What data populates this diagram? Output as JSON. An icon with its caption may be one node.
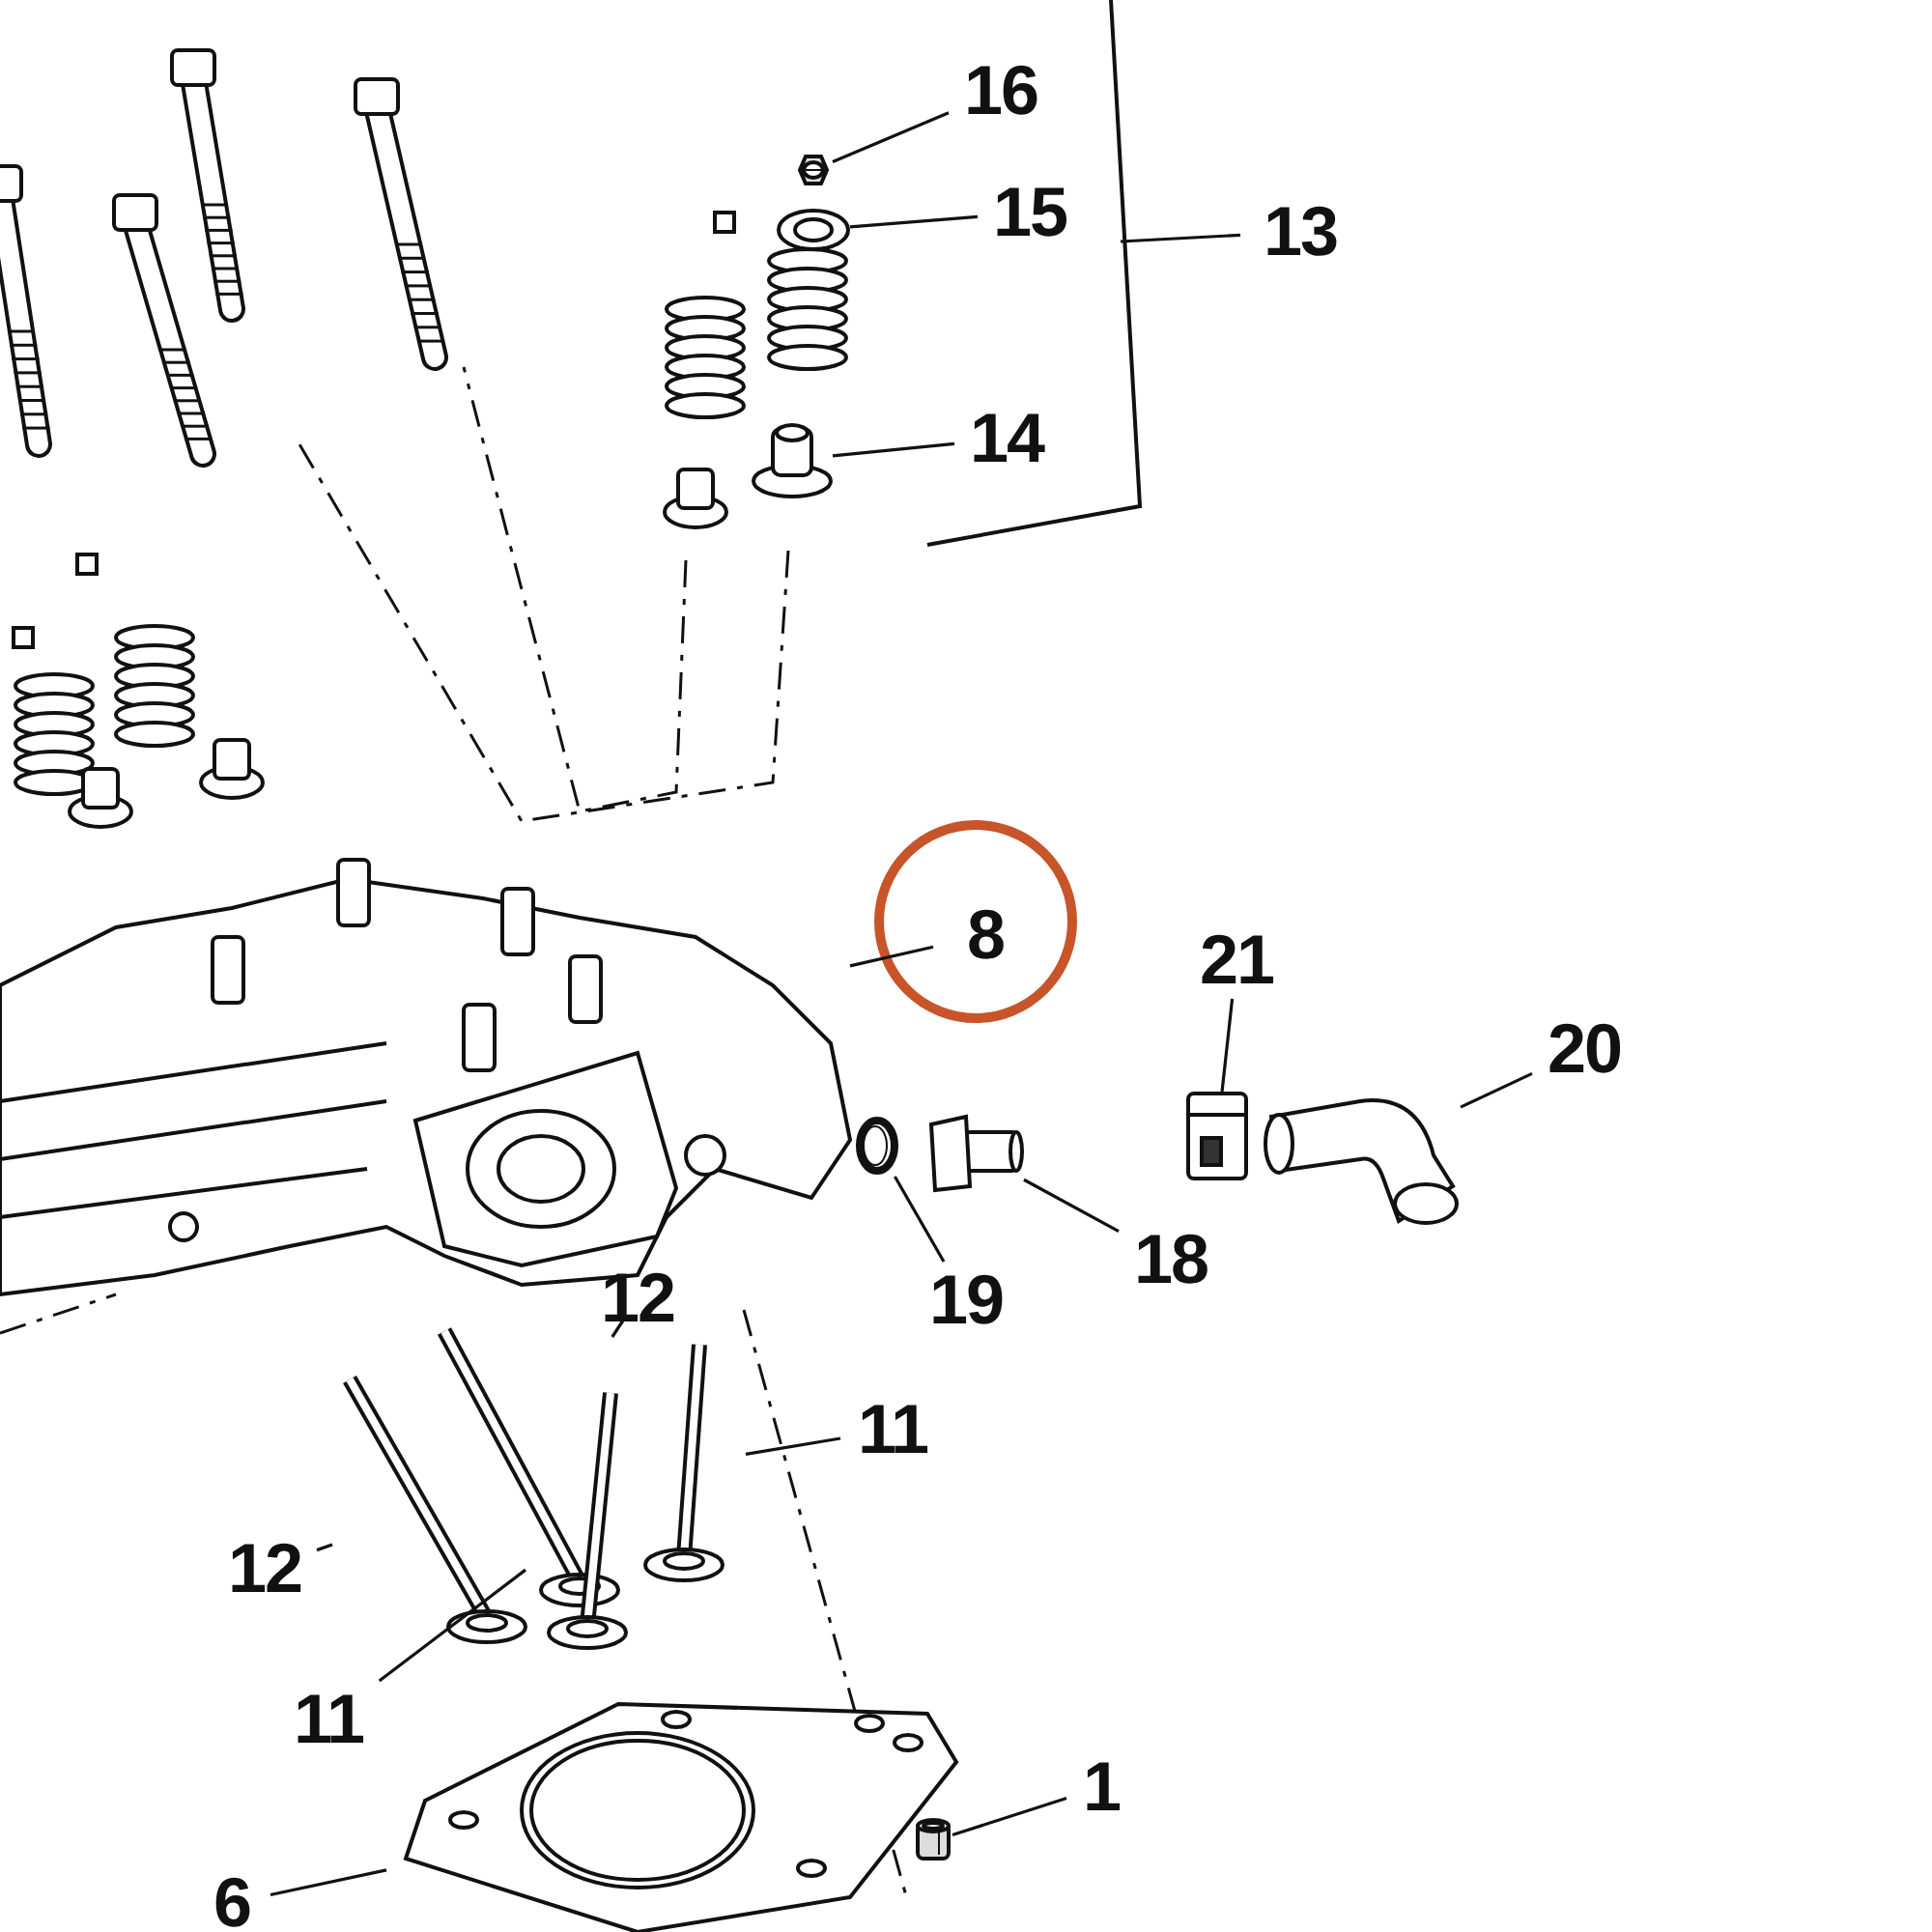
{
  "diagram": {
    "nodes": [
      {
        "text": [
          "16"
        ]
      },
      {
        "text": [],
        "shape": "picture"
      },
      {
        "text": [
          "15"
        ]
      },
      {
        "text": [],
        "shape": "picture"
      },
      {
        "text": [
          "13"
        ]
      },
      {
        "text": [
          "14"
        ]
      },
      {
        "text": [],
        "shape": "picture"
      },
      {
        "text": [
          "8"
        ]
      },
      {
        "text": [],
        "shape": "picture"
      },
      {
        "text": [
          "21"
        ]
      },
      {
        "text": [],
        "shape": "picture"
      },
      {
        "text": [
          "20"
        ]
      },
      {
        "text": [],
        "shape": "picture"
      },
      {
        "text": [
          "19"
        ]
      },
      {
        "text": [],
        "shape": "picture"
      },
      {
        "text": [
          "18"
        ]
      },
      {
        "text": [],
        "shape": "picture"
      },
      {
        "text": [
          "12"
        ]
      },
      {
        "text": [],
        "shape": "picture"
      },
      {
        "text": [
          "11"
        ]
      },
      {
        "text": [],
        "shape": "picture"
      },
      {
        "text": [
          "12"
        ]
      },
      {
        "text": [],
        "shape": "picture"
      },
      {
        "text": [
          "11"
        ]
      },
      {
        "text": [],
        "shape": "picture"
      },
      {
        "text": [
          "1"
        ]
      },
      {
        "text": [],
        "shape": "picture"
      },
      {
        "text": [
          "6"
        ]
      },
      {
        "text": [],
        "shape": "picture"
      }
    ],
    "edges": [
      {
        "from": 0,
        "to": 1,
        "arrow": "none"
      },
      {
        "from": 2,
        "to": 3,
        "arrow": "none"
      },
      {
        "from": 4,
        "to": null,
        "arrow": "none"
      },
      {
        "from": 5,
        "to": 6,
        "arrow": "none"
      },
      {
        "from": 7,
        "to": 8,
        "arrow": "none"
      },
      {
        "from": 9,
        "to": 10,
        "arrow": "none"
      },
      {
        "from": 11,
        "to": 12,
        "arrow": "none"
      },
      {
        "from": 13,
        "to": 14,
        "arrow": "none"
      },
      {
        "from": 15,
        "to": 16,
        "arrow": "none"
      },
      {
        "from": 17,
        "to": 18,
        "arrow": "none"
      },
      {
        "from": 19,
        "to": 20,
        "arrow": "none"
      },
      {
        "from": 21,
        "to": 22,
        "arrow": "none"
      },
      {
        "from": 23,
        "to": 24,
        "arrow": "none"
      },
      {
        "from": 25,
        "to": 26,
        "arrow": "none"
      },
      {
        "from": 27,
        "to": 28,
        "arrow": "none"
      }
    ]
  }
}
